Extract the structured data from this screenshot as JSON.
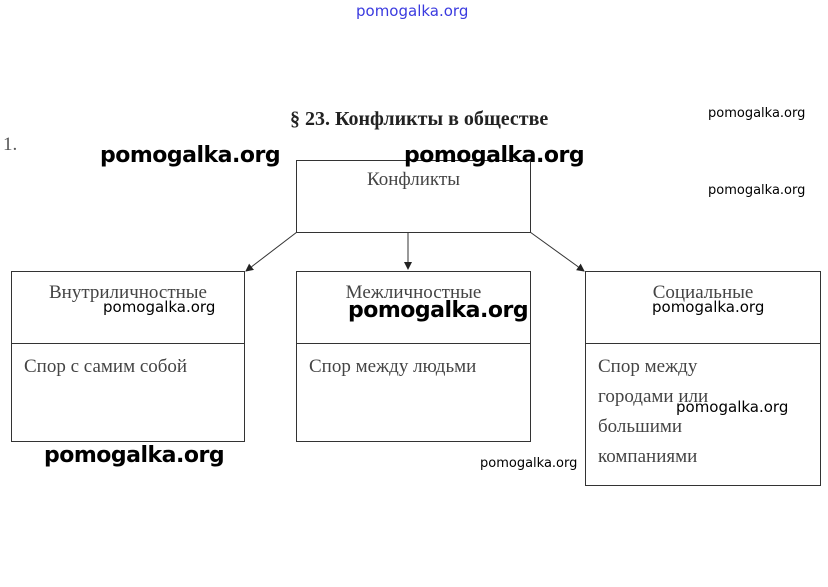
{
  "site_header": "pomogalka.org",
  "title": "§ 23. Конфликты в обществе",
  "item_number": "1.",
  "root": "Конфликты",
  "branches": [
    {
      "title": "Внутриличностные",
      "desc": "Спор с самим собой"
    },
    {
      "title": "Межличностные",
      "desc": "Спор между людьми"
    },
    {
      "title": "Социальные",
      "desc": "Спор между городами или большими компаниями"
    }
  ],
  "watermark": "pomogalka.org"
}
